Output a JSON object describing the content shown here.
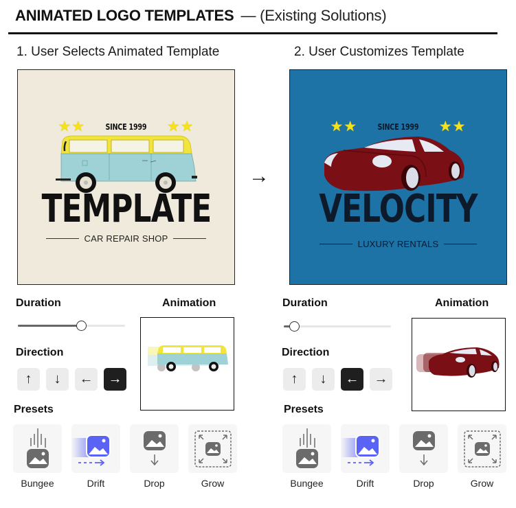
{
  "header": {
    "title_bold": "ANIMATED LOGO TEMPLATES",
    "title_light": "— (Existing Solutions)"
  },
  "steps": [
    {
      "label": "1. User Selects Animated Template",
      "logo": {
        "background": "#efeadb",
        "since": "SINCE 1999",
        "wordmark": "TEMPLATE",
        "tagline": "CAR REPAIR SHOP",
        "text_color": "#111111",
        "vehicle": "van"
      },
      "controls": {
        "duration_label": "Duration",
        "duration_value_pct": 60,
        "direction_label": "Direction",
        "directions": [
          {
            "glyph": "↑",
            "name": "up",
            "active": false
          },
          {
            "glyph": "↓",
            "name": "down",
            "active": false
          },
          {
            "glyph": "←",
            "name": "left",
            "active": false
          },
          {
            "glyph": "→",
            "name": "right",
            "active": true
          }
        ],
        "animation_label": "Animation",
        "presets_label": "Presets",
        "presets": [
          {
            "label": "Bungee",
            "icon": "bungee-icon"
          },
          {
            "label": "Drift",
            "icon": "drift-icon"
          },
          {
            "label": "Drop",
            "icon": "drop-icon"
          },
          {
            "label": "Grow",
            "icon": "grow-icon"
          }
        ]
      }
    },
    {
      "label": "2. User Customizes Template",
      "logo": {
        "background": "#1d72a6",
        "since": "SINCE 1999",
        "wordmark": "VELOCITY",
        "tagline": "LUXURY RENTALS",
        "text_color": "#0d1a2b",
        "vehicle": "sports-car"
      },
      "controls": {
        "duration_label": "Duration",
        "duration_value_pct": 10,
        "direction_label": "Direction",
        "directions": [
          {
            "glyph": "↑",
            "name": "up",
            "active": false
          },
          {
            "glyph": "↓",
            "name": "down",
            "active": false
          },
          {
            "glyph": "←",
            "name": "left",
            "active": true
          },
          {
            "glyph": "→",
            "name": "right",
            "active": false
          }
        ],
        "animation_label": "Animation",
        "presets_label": "Presets",
        "presets": [
          {
            "label": "Bungee",
            "icon": "bungee-icon"
          },
          {
            "label": "Drift",
            "icon": "drift-icon"
          },
          {
            "label": "Drop",
            "icon": "drop-icon"
          },
          {
            "label": "Grow",
            "icon": "grow-icon"
          }
        ]
      }
    }
  ],
  "flow_arrow": "→",
  "colors": {
    "star": "#f5e21a",
    "van_top": "#f1e43a",
    "van_body": "#9fd2d6",
    "car_body": "#7a0f16",
    "drift_accent": "#5b63f5",
    "icon_gray": "#6b6b6b",
    "active_button": "#1f1f1f"
  }
}
